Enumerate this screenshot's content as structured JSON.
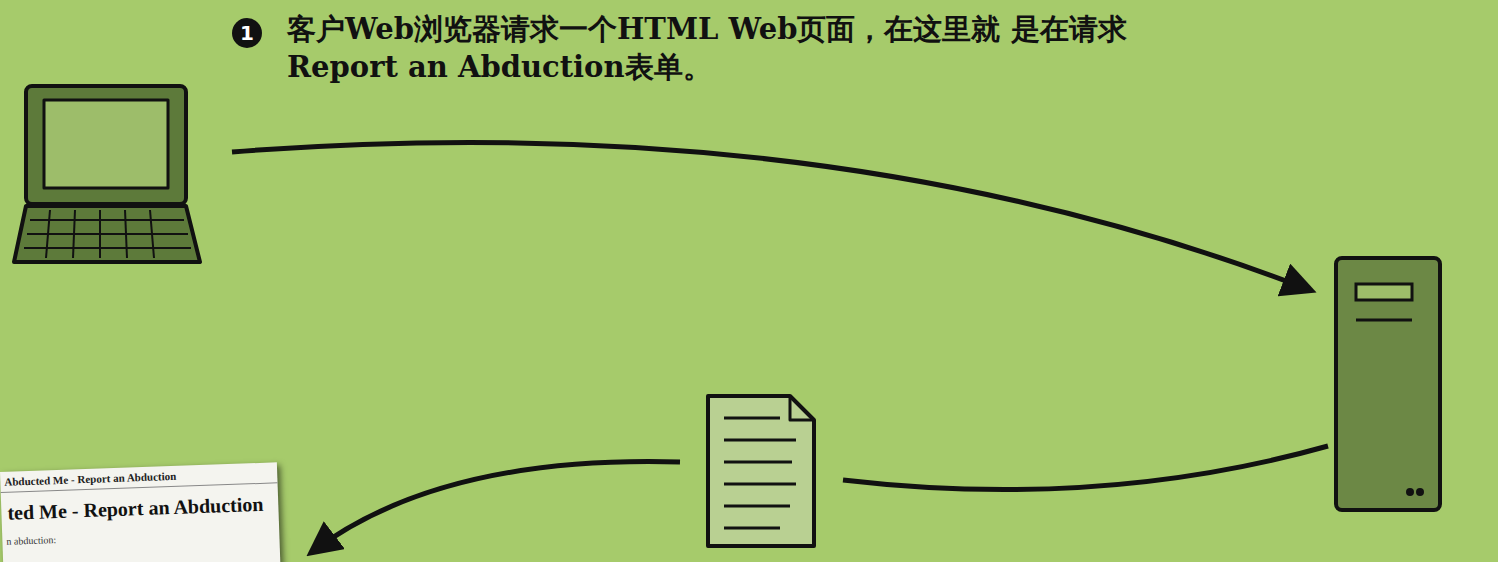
{
  "diagram": {
    "nodes": [
      {
        "text": [
          "Abducted Me - Report an Abduction",
          "ted Me - Report an Abduction",
          "n abduction:"
        ]
      }
    ],
    "labels": [
      "1",
      "客户Web浏览器请求一个HTML Web页面，在这里就 是在请求Report an Abduction表单。"
    ]
  }
}
